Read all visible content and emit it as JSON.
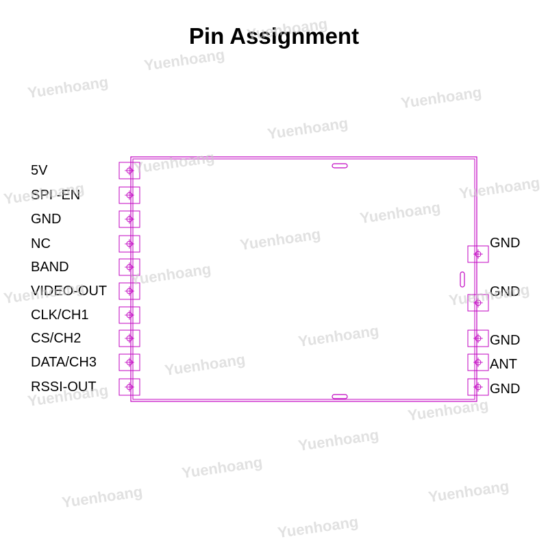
{
  "title": "Pin Assignment",
  "watermark": "Yuenhoang",
  "colors": {
    "outline": "#c000c0",
    "text": "#000000",
    "watermark": "#c8c8c8"
  },
  "pins_left": [
    "5V",
    "SPI -EN",
    "GND",
    "NC",
    "BAND",
    "VIDEO-OUT",
    "CLK/CH1",
    "CS/CH2",
    "DATA/CH3",
    "RSSI-OUT"
  ],
  "pins_right": [
    "GND",
    "GND",
    "GND",
    "ANT",
    "GND"
  ]
}
